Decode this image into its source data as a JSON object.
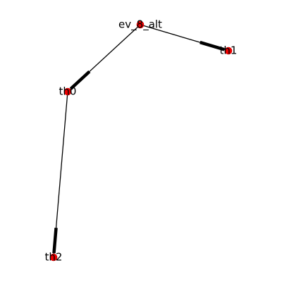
{
  "graph": {
    "type": "directed-network",
    "node_color": "#ee0000",
    "edge_color": "#000000",
    "nodes": [
      {
        "id": "ev_8_alt",
        "label": "ev_8_alt"
      },
      {
        "id": "th0",
        "label": "th0"
      },
      {
        "id": "th1",
        "label": "th1"
      },
      {
        "id": "th2",
        "label": "th2"
      }
    ],
    "edges": [
      {
        "source": "ev_8_alt",
        "target": "th0"
      },
      {
        "source": "ev_8_alt",
        "target": "th1"
      },
      {
        "source": "th0",
        "target": "th2"
      }
    ]
  }
}
